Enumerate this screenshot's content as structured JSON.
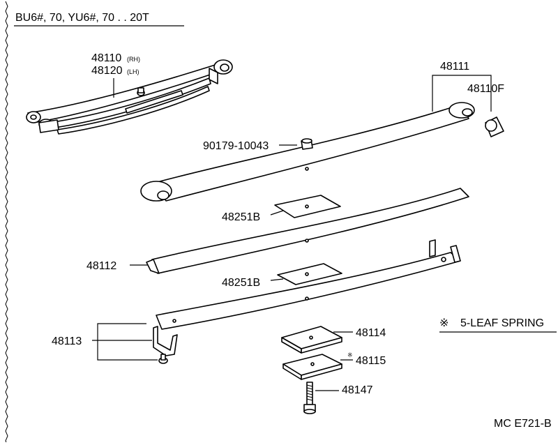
{
  "header": {
    "title": "BU6#, 70, YU6#, 70 . . 20T"
  },
  "callouts": {
    "spring_rh": "48110",
    "spring_rh_suffix": "(RH)",
    "spring_lh": "48120",
    "spring_lh_suffix": "(LH)",
    "main_leaf": "48111",
    "bushing": "48110F",
    "nut": "90179-10043",
    "insert_1": "48251B",
    "leaf_2": "48112",
    "insert_2": "48251B",
    "clip": "48113",
    "spacer": "48114",
    "spacer_2_mark": "※",
    "spacer_2": "48115",
    "center_bolt": "48147"
  },
  "note": {
    "mark": "※",
    "text": "5-LEAF SPRING"
  },
  "footer": {
    "code": "MC E721-B"
  }
}
